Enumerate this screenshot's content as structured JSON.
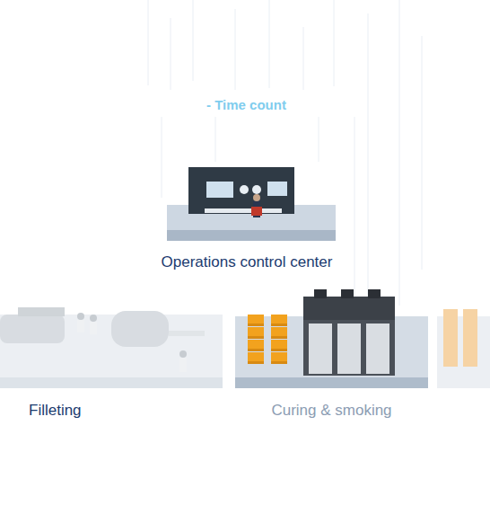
{
  "diagram": {
    "nodes": [
      {
        "text": [
          "Operations control center"
        ]
      },
      {
        "text": [
          "Filleting"
        ]
      },
      {
        "text": [
          "Curing & smoking"
        ]
      }
    ],
    "labels": [
      "- Time count"
    ]
  }
}
